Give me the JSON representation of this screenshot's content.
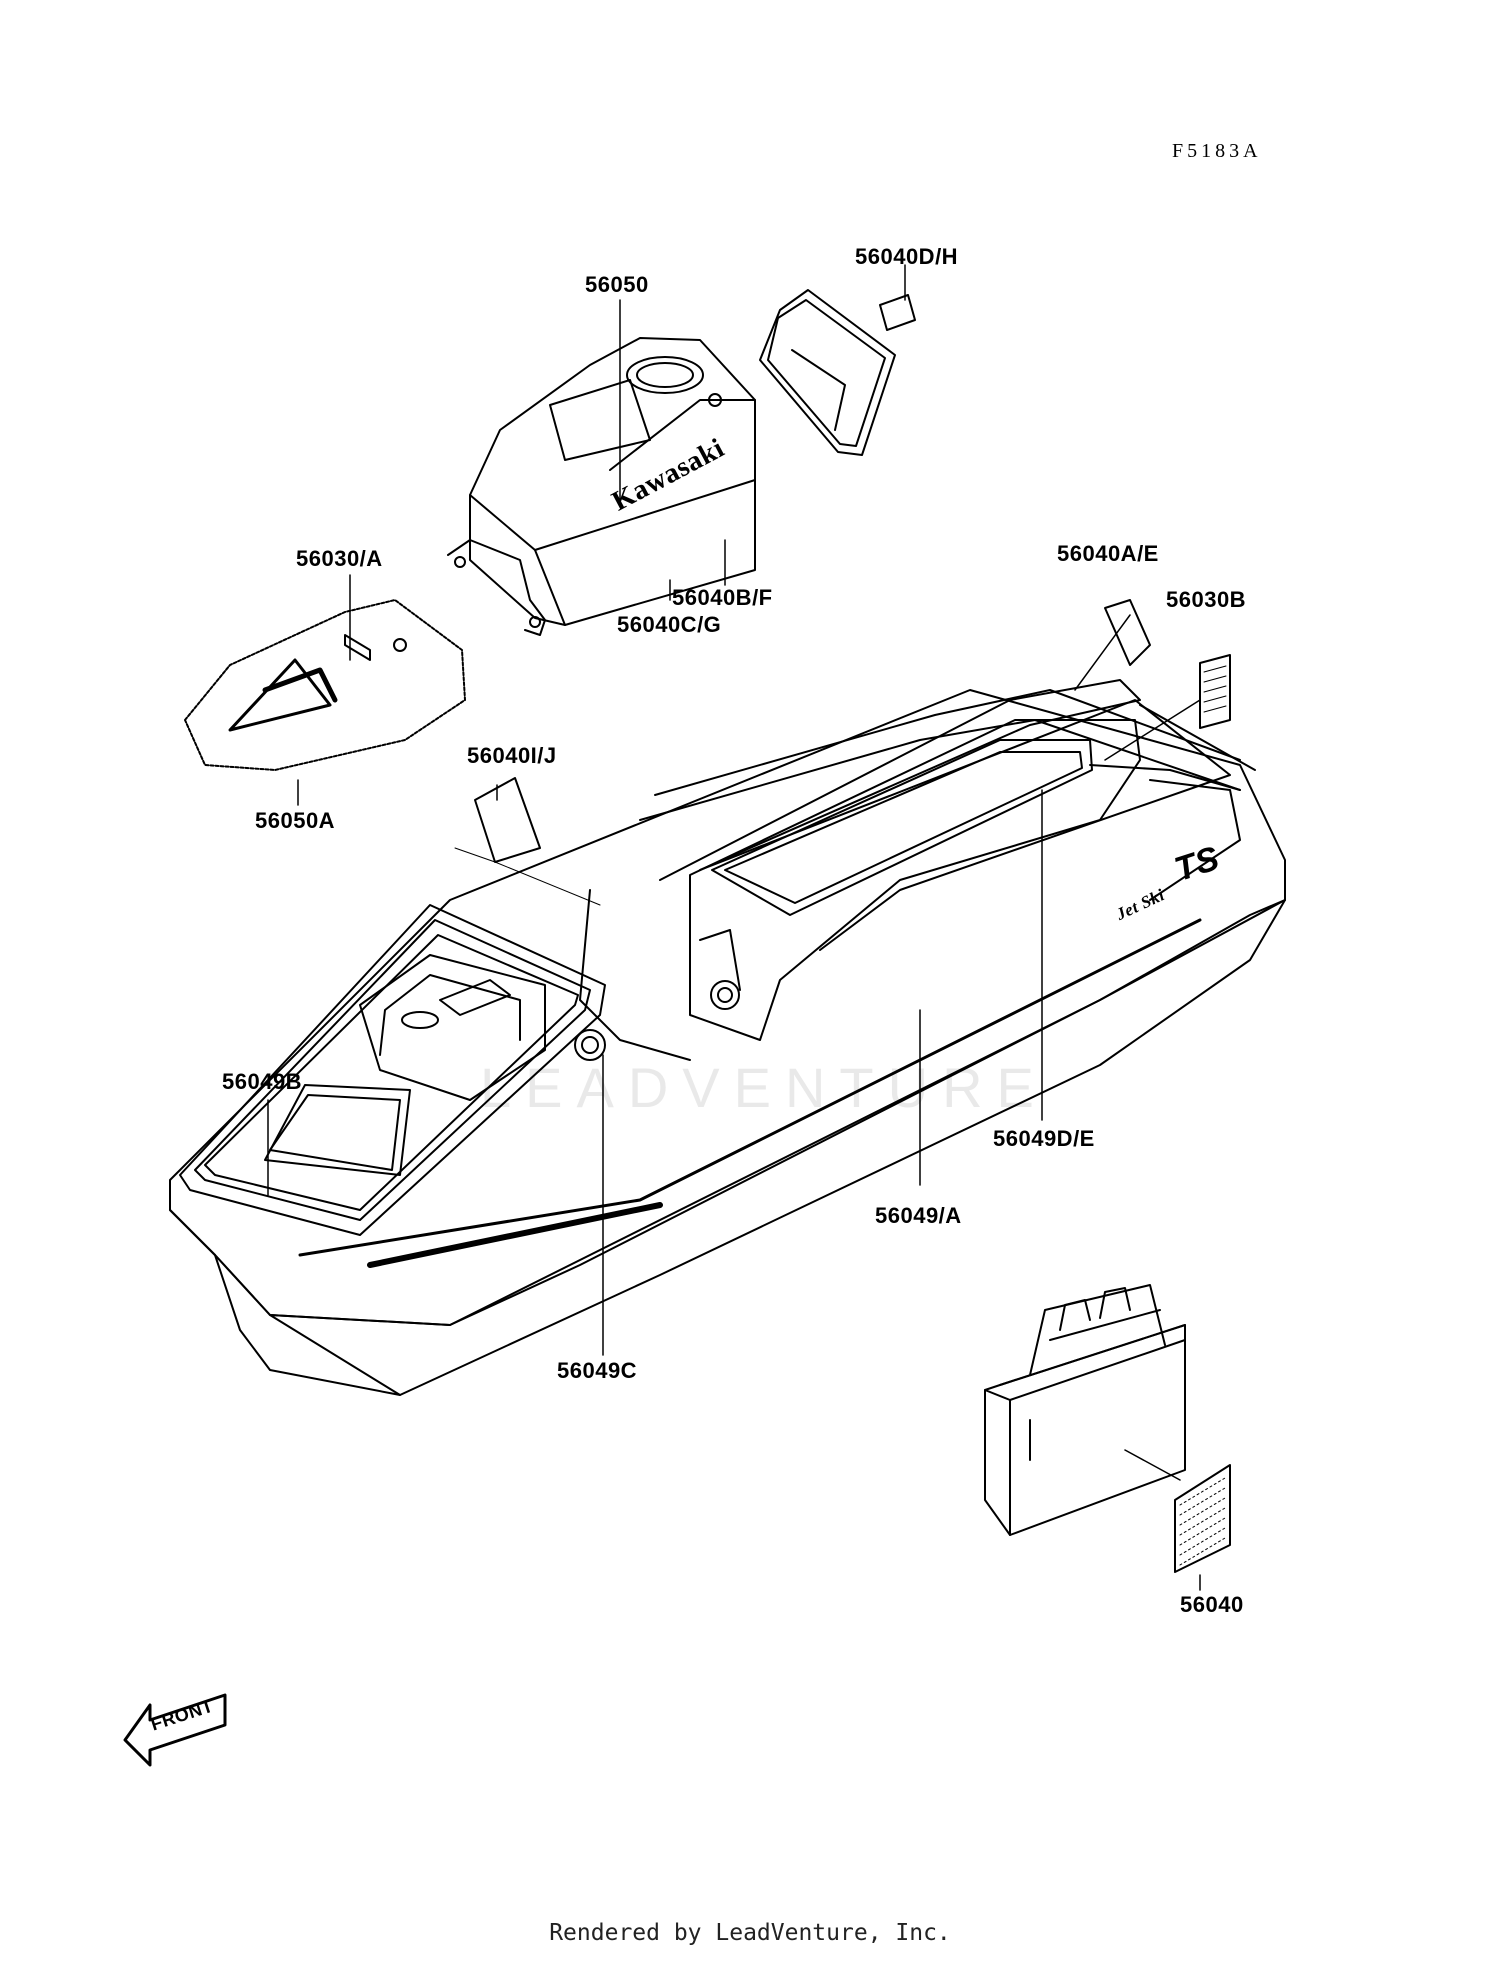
{
  "diagram_code": "F5183A",
  "watermark": "LEADVENTURE",
  "footer": "Rendered by LeadVenture, Inc.",
  "front_label": "FRONT",
  "decal_text": {
    "brand": "Kawasaki",
    "model": "TS",
    "script": "Jet Ski"
  },
  "part_labels": {
    "p56050": "56050",
    "p56040dh": "56040D/H",
    "p56030a": "56030/A",
    "p56040bf": "56040B/F",
    "p56040cg": "56040C/G",
    "p56040ae": "56040A/E",
    "p56030b": "56030B",
    "p56050a": "56050A",
    "p56040ij": "56040I/J",
    "p56049b": "56049B",
    "p56049de": "56049D/E",
    "p56049a": "56049/A",
    "p56049c": "56049C",
    "p56040": "56040"
  }
}
